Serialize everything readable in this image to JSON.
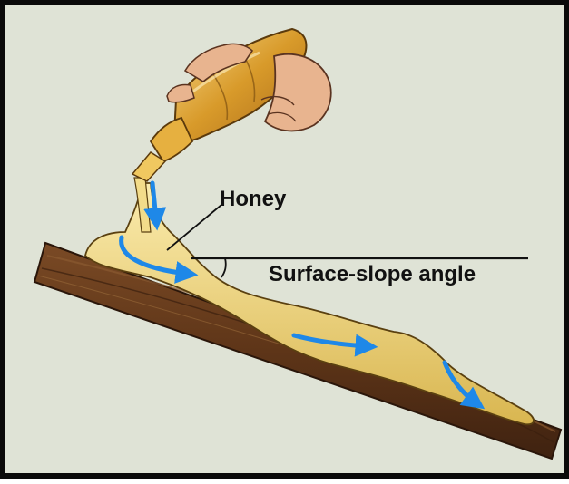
{
  "diagram": {
    "labels": {
      "honey": "Honey",
      "angle": "Surface-slope angle"
    },
    "colors": {
      "background": "#dfe3d6",
      "border": "#0a0a0a",
      "wood": "#6b3f1e",
      "honey": "#f1d77a",
      "arrow": "#1e88e8",
      "skin": "#e8b48f"
    },
    "icons": [
      "honey-bottle",
      "hand",
      "flow-arrow"
    ]
  }
}
